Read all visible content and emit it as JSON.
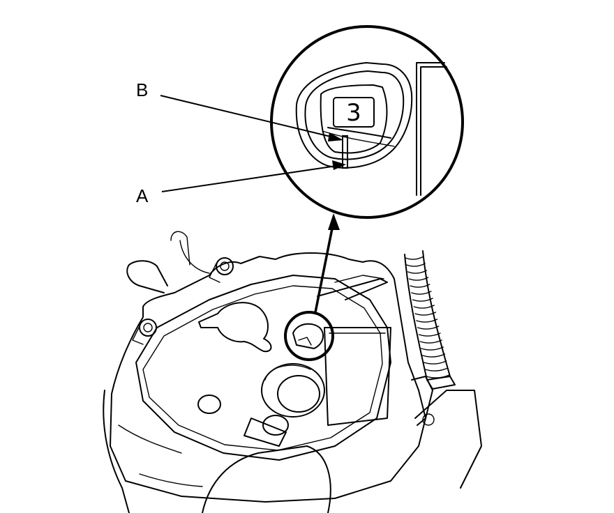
{
  "labels": {
    "a": "A",
    "b": "B",
    "index_number": "3"
  },
  "colors": {
    "ink": "#000000",
    "paper": "#ffffff"
  }
}
